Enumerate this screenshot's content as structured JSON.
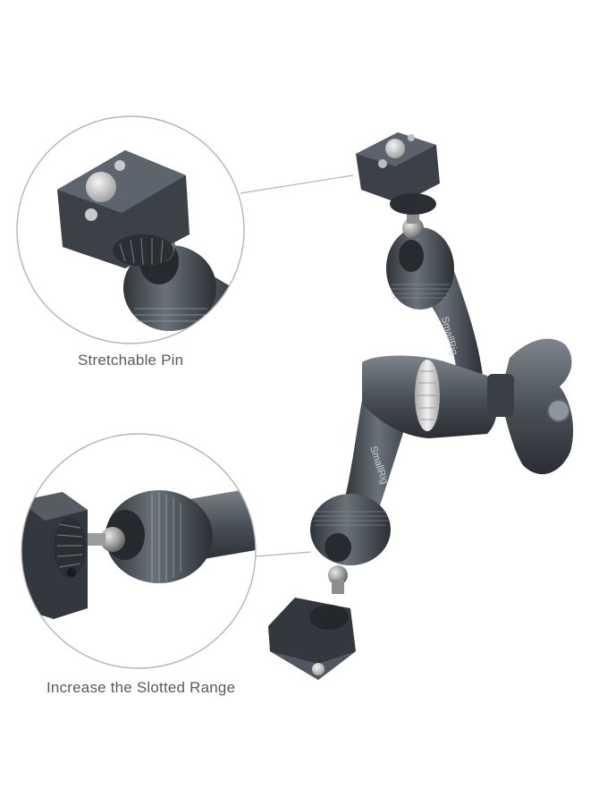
{
  "callouts": [
    {
      "label": "Stretchable Pin"
    },
    {
      "label": "Increase the Slotted Range"
    }
  ],
  "brand_marks": [
    "SmallRig",
    "SmallRig"
  ],
  "colors": {
    "metal_dark": "#3d4249",
    "metal_mid": "#5b626b",
    "metal_light": "#9aa0a7",
    "ring_silver": "#d9d9d9",
    "outline": "#b5b5b5",
    "caption_text": "#5a5a5a"
  }
}
